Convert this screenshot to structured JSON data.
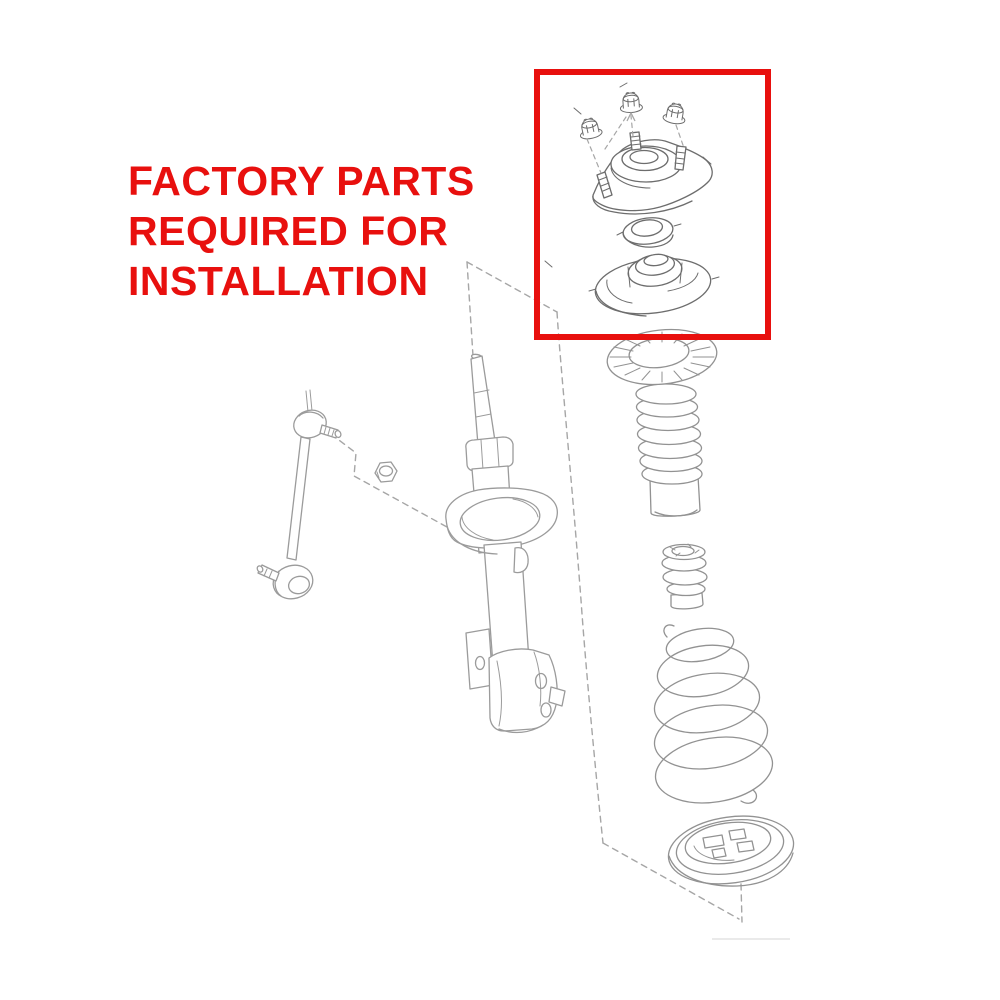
{
  "annotation": {
    "lines": [
      "FACTORY PARTS",
      "REQUIRED FOR",
      "INSTALLATION"
    ],
    "text_color": "#e8100e",
    "box_color": "#e8100e"
  },
  "diagram": {
    "background_color": "#ffffff",
    "guide_color": "#a6a6a6",
    "artifact_line_color": "#eaeaea",
    "stroke_colors": {
      "highlighted_parts": "#6d6d6d",
      "strut_parts": "#9b9b9b",
      "spring_parts": "#929292"
    },
    "highlighted_parts": [
      "strut-mount-nuts-x3",
      "strut-top-mount",
      "strut-bearing",
      "upper-spring-seat"
    ],
    "other_parts": [
      "dust-boot",
      "bump-stop",
      "coil-spring",
      "lower-spring-insulator",
      "strut-shock-absorber",
      "stabilizer-end-link",
      "link-nut"
    ]
  }
}
